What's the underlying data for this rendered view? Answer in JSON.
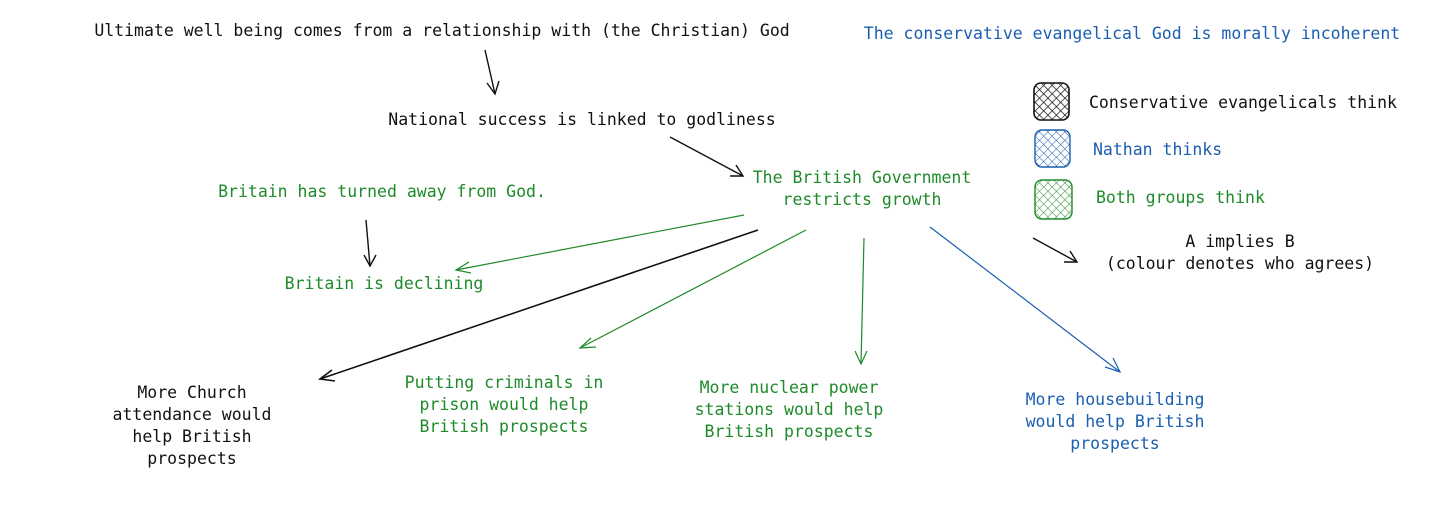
{
  "colors": {
    "black": "#111111",
    "blue": "#1a5fb0",
    "green": "#1e8a2a"
  },
  "nodes": {
    "ultimate_wellbeing": "Ultimate well being comes from a relationship with (the Christian) God",
    "national_success": "National success is linked to godliness",
    "turned_away": "Britain has turned away from God.",
    "declining": "Britain is declining",
    "government_restricts": "The British Government restricts growth",
    "church_attendance": "More Church attendance would help British prospects",
    "criminals_prison": "Putting criminals in prison would help British prospects",
    "nuclear_power": "More nuclear power stations would help British prospects",
    "housebuilding": "More housebuilding would help British prospects",
    "incoherent_claim": "The conservative evangelical God is morally incoherent"
  },
  "legend": {
    "items": [
      {
        "label": "Conservative evangelicals think",
        "color": "#111111"
      },
      {
        "label": "Nathan thinks",
        "color": "#1a5fb0"
      },
      {
        "label": "Both groups think",
        "color": "#1e8a2a"
      }
    ],
    "arrow_line1": "A implies B",
    "arrow_line2": "(colour denotes who agrees)"
  }
}
